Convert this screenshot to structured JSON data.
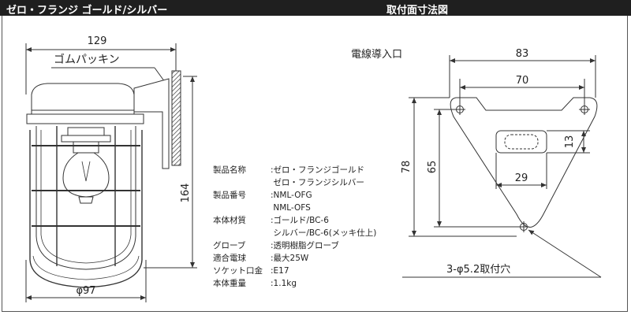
{
  "header": {
    "left_title": "ゼロ・フランジ ゴールド/シルバー",
    "right_title": "取付面寸法図"
  },
  "lamp": {
    "width_label": "129",
    "gasket_label": "ゴムパッキン",
    "height_label": "164",
    "diameter_label": "φ97"
  },
  "specs": [
    {
      "key": "製品名称",
      "sep": ":",
      "value": "ゼロ・フランジゴールド"
    },
    {
      "key": "",
      "sep": " ",
      "value": "ゼロ・フランジシルバー"
    },
    {
      "key": "製品番号",
      "sep": ":",
      "value": "NML-OFG"
    },
    {
      "key": "",
      "sep": " ",
      "value": "NML-OFS"
    },
    {
      "key": "本体材質",
      "sep": ":",
      "value": "ゴールド/BC-6"
    },
    {
      "key": "",
      "sep": " ",
      "value": "シルバー/BC-6(メッキ仕上)"
    },
    {
      "key": "グローブ",
      "sep": ":",
      "value": "透明樹脂グローブ"
    },
    {
      "key": "適合電球",
      "sep": ":",
      "value": "最大25W"
    },
    {
      "key": "ソケット口金",
      "sep": ":",
      "value": "E17"
    },
    {
      "key": "本体重量",
      "sep": ":",
      "value": "1.1kg"
    }
  ],
  "mount": {
    "cable_entry_label": "電線導入口",
    "dim_83": "83",
    "dim_70": "70",
    "dim_78": "78",
    "dim_65": "65",
    "dim_13": "13",
    "dim_29": "29",
    "hole_label": "3-φ5.2取付穴"
  }
}
